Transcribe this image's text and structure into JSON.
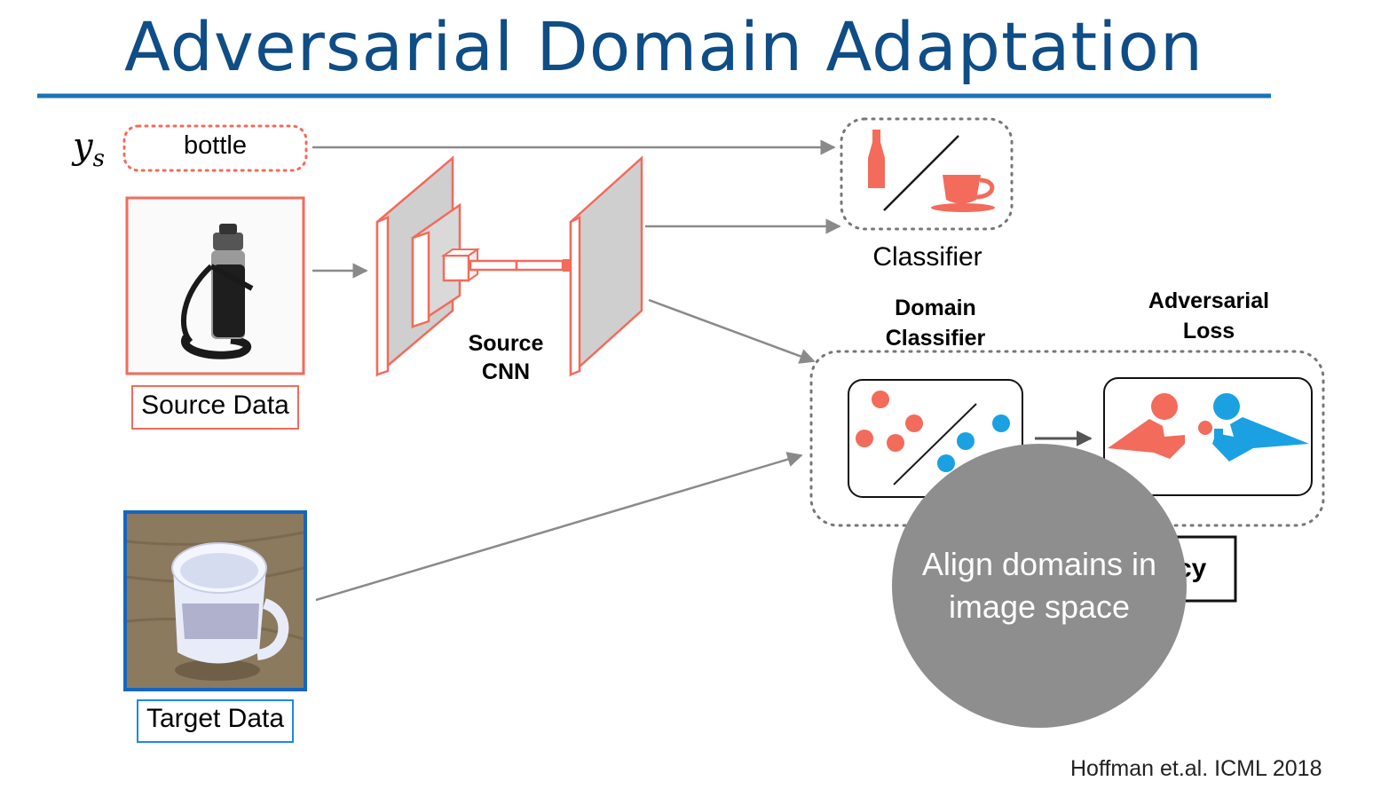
{
  "title": "Adversarial Domain Adaptation",
  "labels": {
    "ys": "y",
    "ys_sub": "s",
    "bottle": "bottle",
    "source_data": "Source Data",
    "target_data": "Target Data",
    "source_cnn": "Source CNN",
    "classifier": "Classifier",
    "domain_classifier": "Domain Classifier",
    "adversarial_loss": "Adversarial Loss",
    "partial_hidden": "cy"
  },
  "overlay": {
    "text": "Align domains in image space"
  },
  "citation": "Hoffman et.al. ICML 2018",
  "colors": {
    "title": "#0f4d86",
    "source": "#f26b5b",
    "target": "#1565c0",
    "domain_blue": "#1ba1e2",
    "arrow": "#8a8a8a",
    "overlay": "#8e8e8e"
  },
  "icons": {
    "classifier": [
      "bottle-icon",
      "cup-icon"
    ],
    "adversarial_loss": "arm-wrestling-icon"
  }
}
